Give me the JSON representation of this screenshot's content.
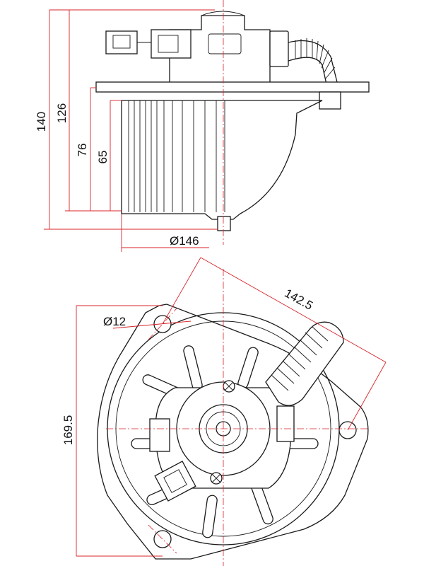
{
  "colors": {
    "outline": "#1a1a1a",
    "dimension": "#d8232a",
    "background": "#ffffff"
  },
  "dimensions": {
    "overall_height": "140",
    "body_height": "126",
    "wheel_height": "76",
    "wheel_inner_height": "65",
    "wheel_diameter": "Ø146",
    "hole_diameter": "Ø12",
    "hole_spacing": "142.5",
    "flange_height": "169.5"
  }
}
